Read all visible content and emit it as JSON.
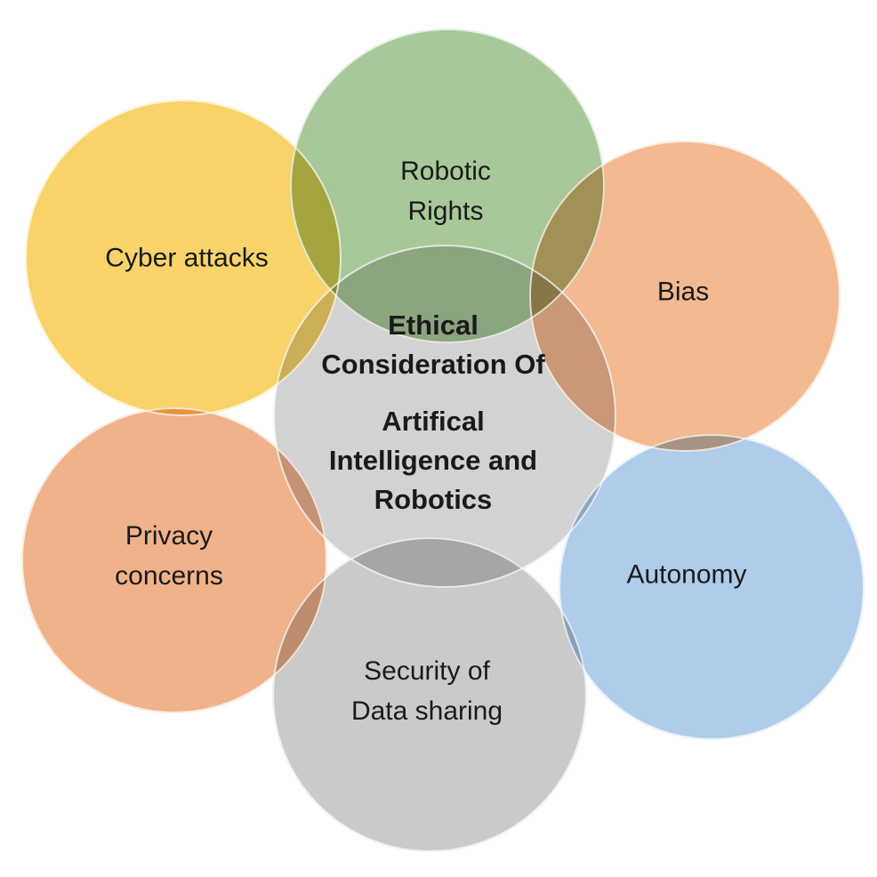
{
  "figure": {
    "title": "Ethical Consideration Of Artifical Intelligence and Robotics",
    "background_color": "#ffffff",
    "outline_color": "#ffffff",
    "text_color": "#1a1a1a",
    "center_node": {
      "line1": "Ethical",
      "line2": "Consideration Of",
      "line3": "Artifical",
      "line4": "Intelligence and",
      "line5": "Robotics",
      "fill": "#c7c7c7",
      "displayed_color": "#d2d2d2"
    },
    "nodes": {
      "robotic_rights": {
        "line1": "Robotic",
        "line2": "Rights",
        "fill": "#94ba81",
        "displayed_color": "#a9c89a"
      },
      "cyber_attacks": {
        "line1": "Cyber attacks",
        "fill": "#f6c845",
        "displayed_color": "#f8d36a"
      },
      "bias": {
        "line1": "Bias",
        "fill": "#f0a874",
        "displayed_color": "#f3b990"
      },
      "autonomy": {
        "line1": "Autonomy",
        "fill": "#9bbfe5",
        "displayed_color": "#afccea"
      },
      "security": {
        "line1": "Security of",
        "line2": "Data sharing",
        "fill": "#bdbdbd",
        "displayed_color": "#cacaca"
      },
      "privacy": {
        "line1": "Privacy",
        "line2": "concerns",
        "fill": "#eb9f6e",
        "displayed_color": "#efb28b"
      }
    }
  }
}
